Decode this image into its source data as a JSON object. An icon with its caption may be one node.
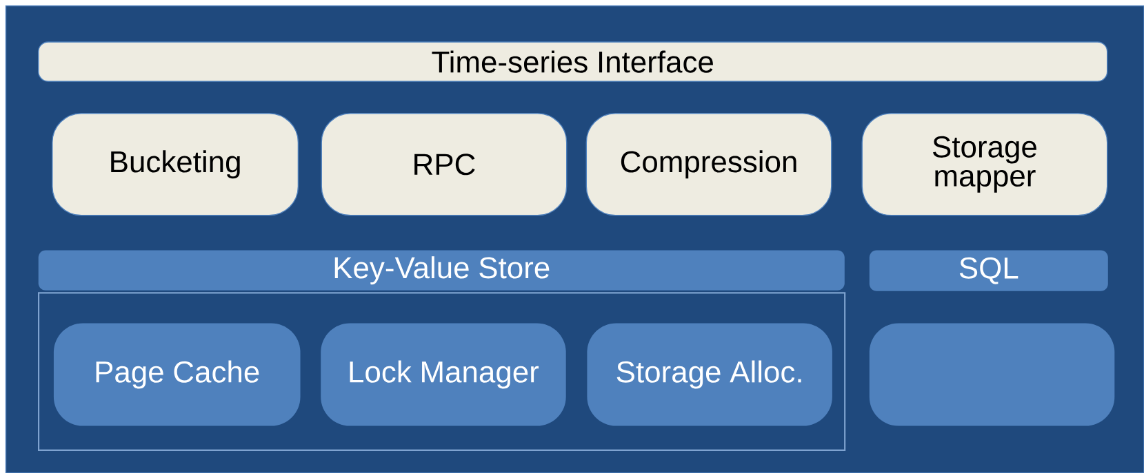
{
  "diagram": {
    "nodes": [
      {
        "text": [
          "Time-series Interface"
        ]
      },
      {
        "text": [
          "Bucketing"
        ]
      },
      {
        "text": [
          "RPC"
        ]
      },
      {
        "text": [
          "Compression"
        ]
      },
      {
        "text": [
          "Storage mapper"
        ]
      },
      {
        "text": [
          "Key-Value Store"
        ]
      },
      {
        "text": [
          "SQL"
        ]
      },
      {
        "text": [],
        "shape": "box"
      },
      {
        "text": [
          "Page Cache"
        ],
        "in": 7
      },
      {
        "text": [
          "Lock Manager"
        ],
        "in": 7
      },
      {
        "text": [
          "Storage Alloc."
        ],
        "in": 7
      },
      {
        "text": [],
        "shape": "box"
      }
    ]
  }
}
